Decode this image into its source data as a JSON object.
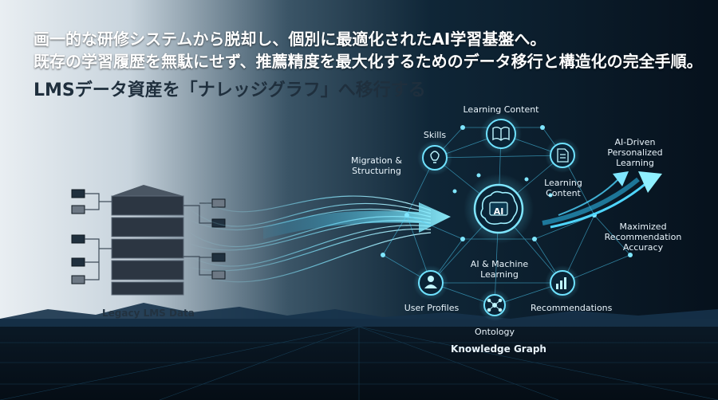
{
  "headline": {
    "line1": "画一的な研修システムから脱却し、個別に最適化されたAI学習基盤へ。",
    "line2": "既存の学習履歴を無駄にせず、推薦精度を最大化するためのデータ移行と構造化の完全手順。",
    "line3": "LMSデータ資産を「ナレッジグラフ」へ移行する"
  },
  "legacy": {
    "label": "Legacy LMS Data"
  },
  "flow": {
    "label_line1": "Migration &",
    "label_line2": "Structuring"
  },
  "graph": {
    "title": "Knowledge Graph",
    "center_icon_text": "AI",
    "center_label_line1": "AI & Machine",
    "center_label_line2": "Learning",
    "nodes": {
      "top": "Learning Content",
      "skills": "Skills",
      "content_right_line1": "Learning",
      "content_right_line2": "Content",
      "user_profiles": "User Profiles",
      "ontology": "Ontology",
      "recommendations": "Recommendations"
    }
  },
  "outcomes": {
    "personalized_line1": "AI-Driven",
    "personalized_line2": "Personalized",
    "personalized_line3": "Learning",
    "accuracy_line1": "Maximized",
    "accuracy_line2": "Recommendation",
    "accuracy_line3": "Accuracy"
  },
  "colors": {
    "accent": "#4fd6ff",
    "glow": "#9ff0ff",
    "server": "#2c3642"
  }
}
